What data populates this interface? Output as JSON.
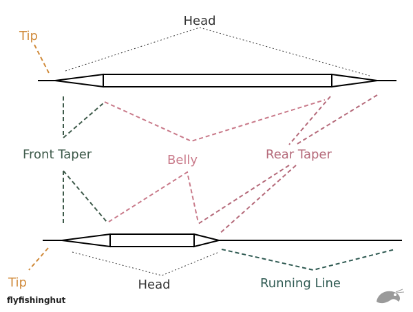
{
  "labels": {
    "head_top": "Head",
    "tip_top": "Tip",
    "front_taper": "Front Taper",
    "belly": "Belly",
    "rear_taper": "Rear Taper",
    "tip_bottom": "Tip",
    "head_bottom": "Head",
    "running_line": "Running Line"
  },
  "watermark": "flyfishinghut",
  "colors": {
    "line": "#000000",
    "tip": "#d08a3a",
    "front_taper": "#3e5a4a",
    "belly": "#c97a8a",
    "rear_taper": "#b56a7a",
    "running_line": "#2f5a52",
    "head_bracket": "#333333",
    "watermark": "#222222"
  },
  "icons": [
    "shrimp-logo-icon"
  ]
}
